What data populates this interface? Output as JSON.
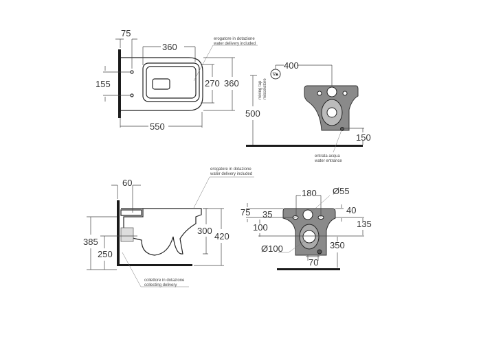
{
  "top_view": {
    "dims": {
      "wall_offset": "75",
      "bowl_width": "360",
      "inner_width": "270",
      "total_width": "360",
      "fixing_spacing": "155",
      "depth": "550"
    },
    "callout": {
      "line1": "erogatore in dotazione",
      "line2": "water delivery included"
    }
  },
  "front_view_top": {
    "dims": {
      "tap_offset": "400",
      "tap_height": "500",
      "inlet_height": "150"
    },
    "tap_label": {
      "line1": "mixing tap",
      "line2": "miscelatore"
    },
    "inlet_callout": {
      "line1": "entrata acqua",
      "line2": "water entrance"
    }
  },
  "side_view": {
    "dims": {
      "flush_offset": "60",
      "bowl_height": "300",
      "total_height": "420",
      "fixing_height": "385",
      "outlet_height": "250"
    },
    "callout_top": {
      "line1": "erogatore in dotazione",
      "line2": "water delivery included"
    },
    "callout_bottom": {
      "line1": "collettore in dotazione",
      "line2": "collecting delivery"
    }
  },
  "rear_view": {
    "dims": {
      "fixing_spacing": "180",
      "inlet_diameter": "Ø55",
      "top_offset": "75",
      "inlet_offset": "35",
      "right_offset": "40",
      "fix_height": "100",
      "right_height": "135",
      "outlet_height": "350",
      "outlet_diameter": "Ø100",
      "inlet_side": "70"
    }
  }
}
